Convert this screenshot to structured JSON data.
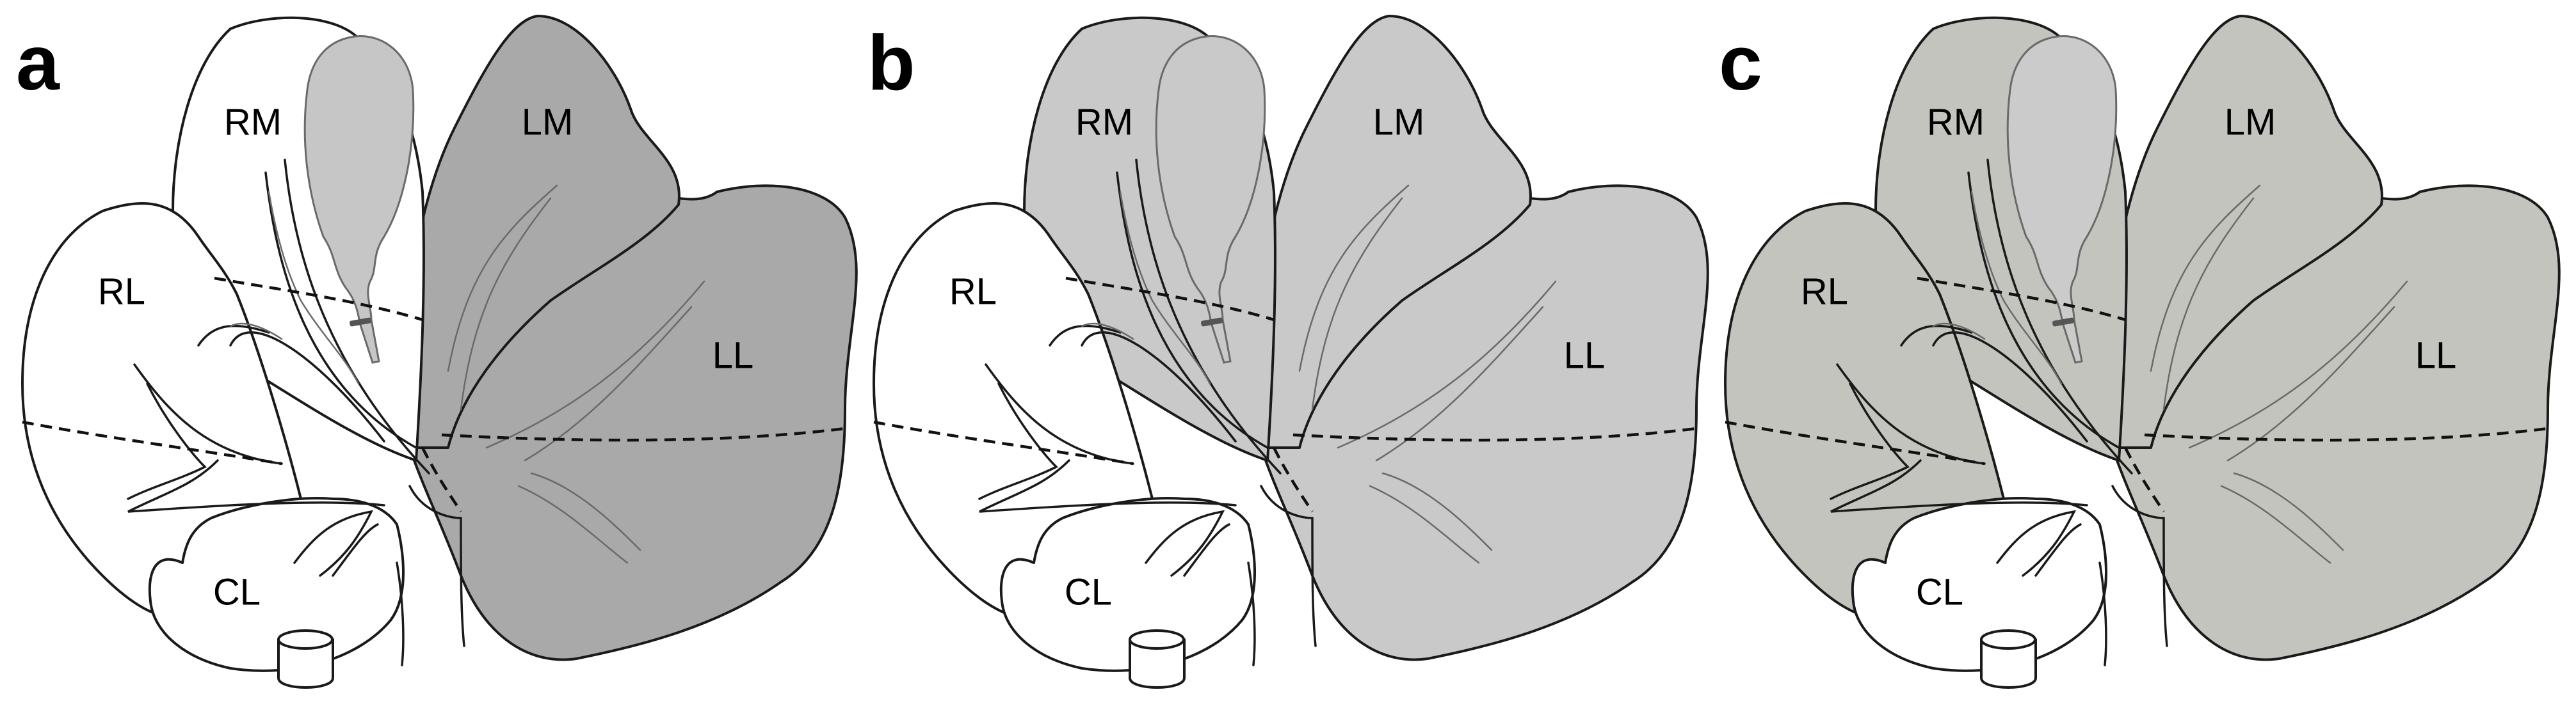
{
  "panels": [
    {
      "id": "a",
      "letter": "a",
      "colors": {
        "RL": "#ffffff",
        "RM": "#ffffff",
        "gallbladder": "#c6c6c6",
        "LM": "#a9a9a9",
        "LL": "#a9a9a9",
        "CL": "#ffffff"
      }
    },
    {
      "id": "b",
      "letter": "b",
      "colors": {
        "RL": "#ffffff",
        "RM": "#c9c9c9",
        "gallbladder": "#c9c9c9",
        "LM": "#c9c9c9",
        "LL": "#c9c9c9",
        "CL": "#ffffff"
      }
    },
    {
      "id": "c",
      "letter": "c",
      "colors": {
        "RL": "#c4c4bf",
        "RM": "#c4c4bf",
        "gallbladder": "#cbcbcb",
        "LM": "#c4c4bf",
        "LL": "#c4c4bf",
        "CL": "#ffffff"
      }
    }
  ],
  "lobe_labels": {
    "RM": "RM",
    "LM": "LM",
    "RL": "RL",
    "LL": "LL",
    "CL": "CL"
  }
}
